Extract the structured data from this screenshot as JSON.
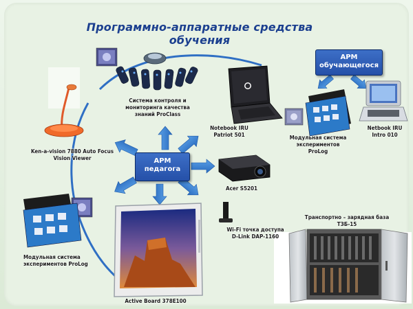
{
  "title": "Программно-аппаратные средства обучения",
  "teacher_box": {
    "line1": "АРМ",
    "line2": "педагога"
  },
  "student_box": {
    "line1": "АРМ",
    "line2": "обучающегося"
  },
  "captions": {
    "proclass": {
      "line1": "Система контроля и",
      "line2": "мониторинга качества",
      "line3": "знаний ProClass"
    },
    "kenavision": {
      "line1": "Ken-a-vision 7880 Auto Focus",
      "line2": "Vision Viewer"
    },
    "notebook_patriot": {
      "line1": "Notebook IRU",
      "line2": "Patriot 501"
    },
    "prolog_top": {
      "line1": "Модульная система",
      "line2": "экспериментов",
      "line3": "ProLog"
    },
    "notebook_intro": {
      "line1": "Netbook IRU",
      "line2": "Intro 010"
    },
    "acer": {
      "line1": "Acer S5201"
    },
    "wifi": {
      "line1": "Wi-Fi точка доступа",
      "line2": "D-Link DAP-1160"
    },
    "prolog_bottom": {
      "line1": "Модульная система",
      "line2": "экспериментов ProLog"
    },
    "transport": {
      "line1": "Транспортно – зарядная база",
      "line2": "ТЗБ-15"
    },
    "activeboard": {
      "line1": "Active Board 378E100"
    }
  },
  "colors": {
    "title": "#1b3f8f",
    "arm_box": "#2f5fba",
    "ring": "#2f6fc4",
    "arrow": "#3b82d0"
  }
}
